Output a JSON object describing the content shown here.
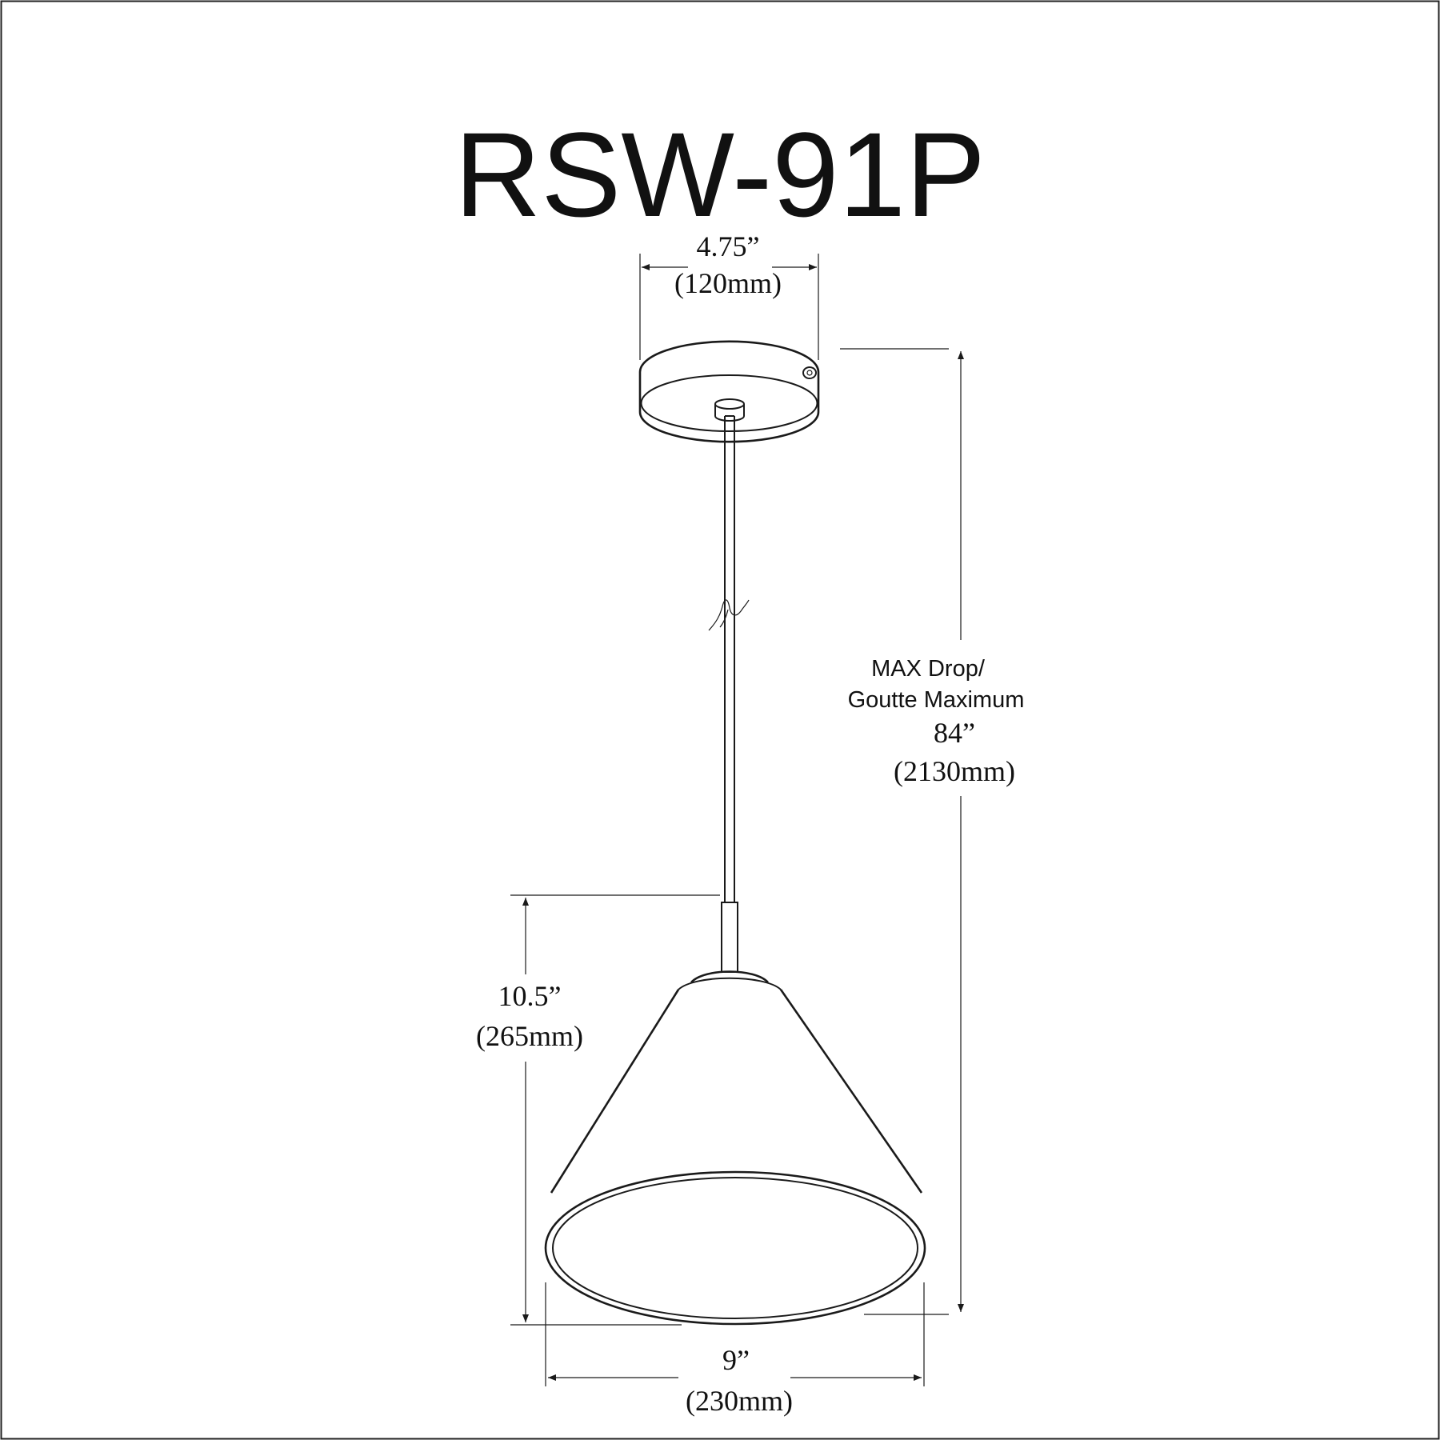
{
  "title": "RSW-91P",
  "dimensions": {
    "canopy_width": {
      "imperial": "4.75”",
      "metric": "(120mm)"
    },
    "max_drop": {
      "label_line1": "MAX Drop/",
      "label_line2": "Goutte Maximum",
      "imperial": "84”",
      "metric": "(2130mm)"
    },
    "shade_height": {
      "imperial": "10.5”",
      "metric": "(265mm)"
    },
    "shade_width": {
      "imperial": "9”",
      "metric": "(230mm)"
    }
  }
}
